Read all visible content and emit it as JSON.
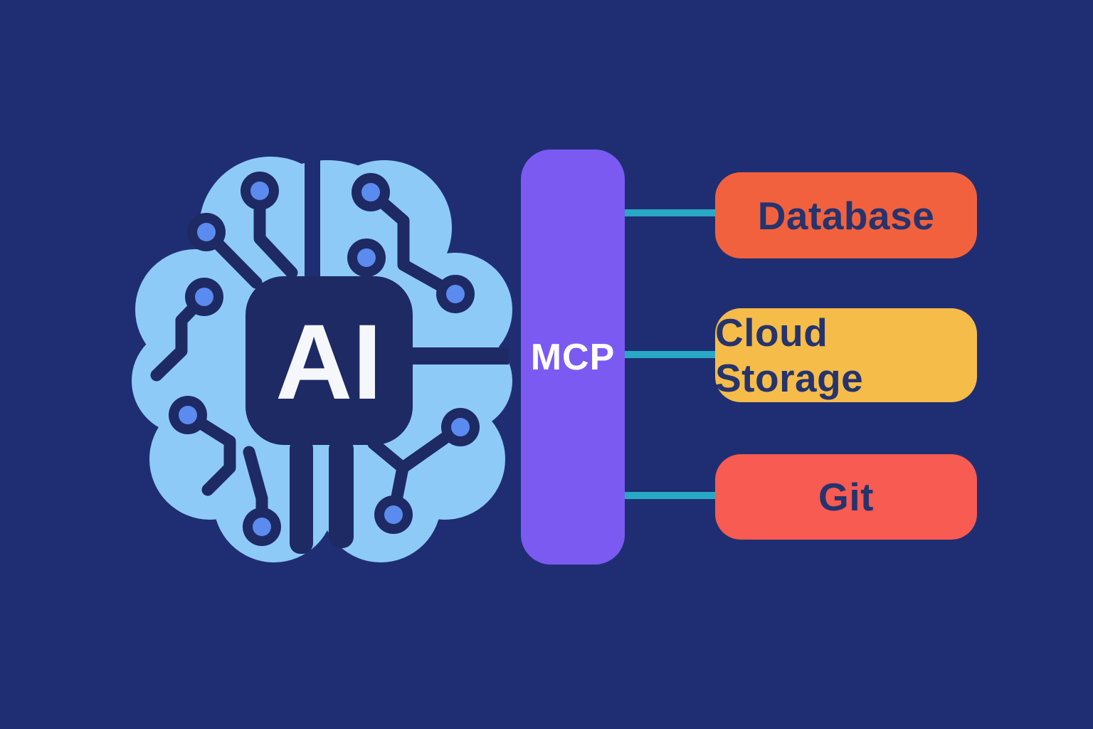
{
  "diagram": {
    "title_semantics": "AI brain connected via MCP hub to external tools",
    "brain": {
      "chip_label": "AI",
      "brain_color": "#8ecaf8",
      "trace_color": "#1e2a64",
      "node_dot_color": "#5b8bee",
      "chip_text_color": "#f5f7fa"
    },
    "hub": {
      "label": "MCP",
      "color": "#7b5af2",
      "text_color": "#ffffff"
    },
    "connector_color": "#29a8c4",
    "connections": [
      {
        "label": "Database",
        "color": "#f2613d"
      },
      {
        "label": "Cloud Storage",
        "color": "#f6bc49"
      },
      {
        "label": "Git",
        "color": "#f75b51"
      }
    ],
    "background_color": "#1f2e72"
  }
}
